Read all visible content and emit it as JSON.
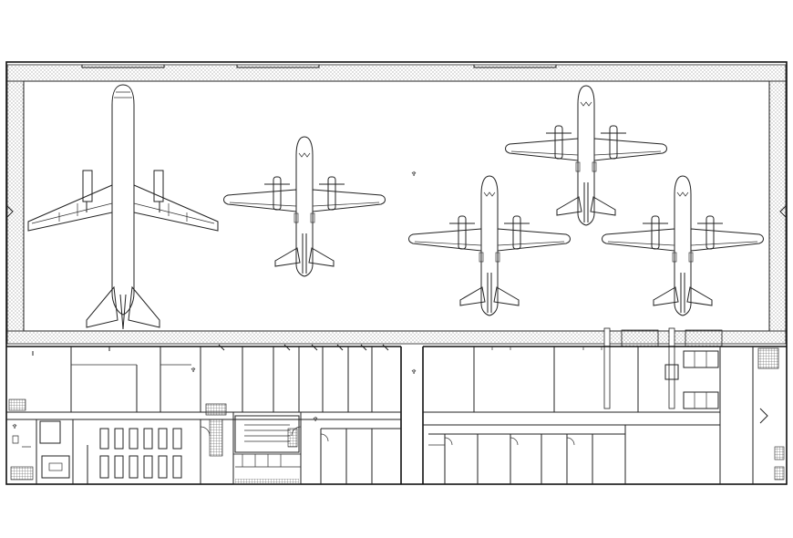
{
  "drawing": {
    "type": "hangar floor plan",
    "colors": {
      "line": "#222222",
      "background": "#ffffff",
      "hatch": "#555555"
    },
    "aircraft": [
      {
        "id": "jet-airliner",
        "kind": "twin-engine jet"
      },
      {
        "id": "turboprop-1",
        "kind": "twin-turboprop"
      },
      {
        "id": "turboprop-2",
        "kind": "twin-turboprop"
      },
      {
        "id": "turboprop-3",
        "kind": "twin-turboprop"
      },
      {
        "id": "turboprop-4",
        "kind": "twin-turboprop"
      }
    ],
    "icons": [
      "tree-symbol",
      "stair-icon",
      "door-swing-icon"
    ]
  }
}
